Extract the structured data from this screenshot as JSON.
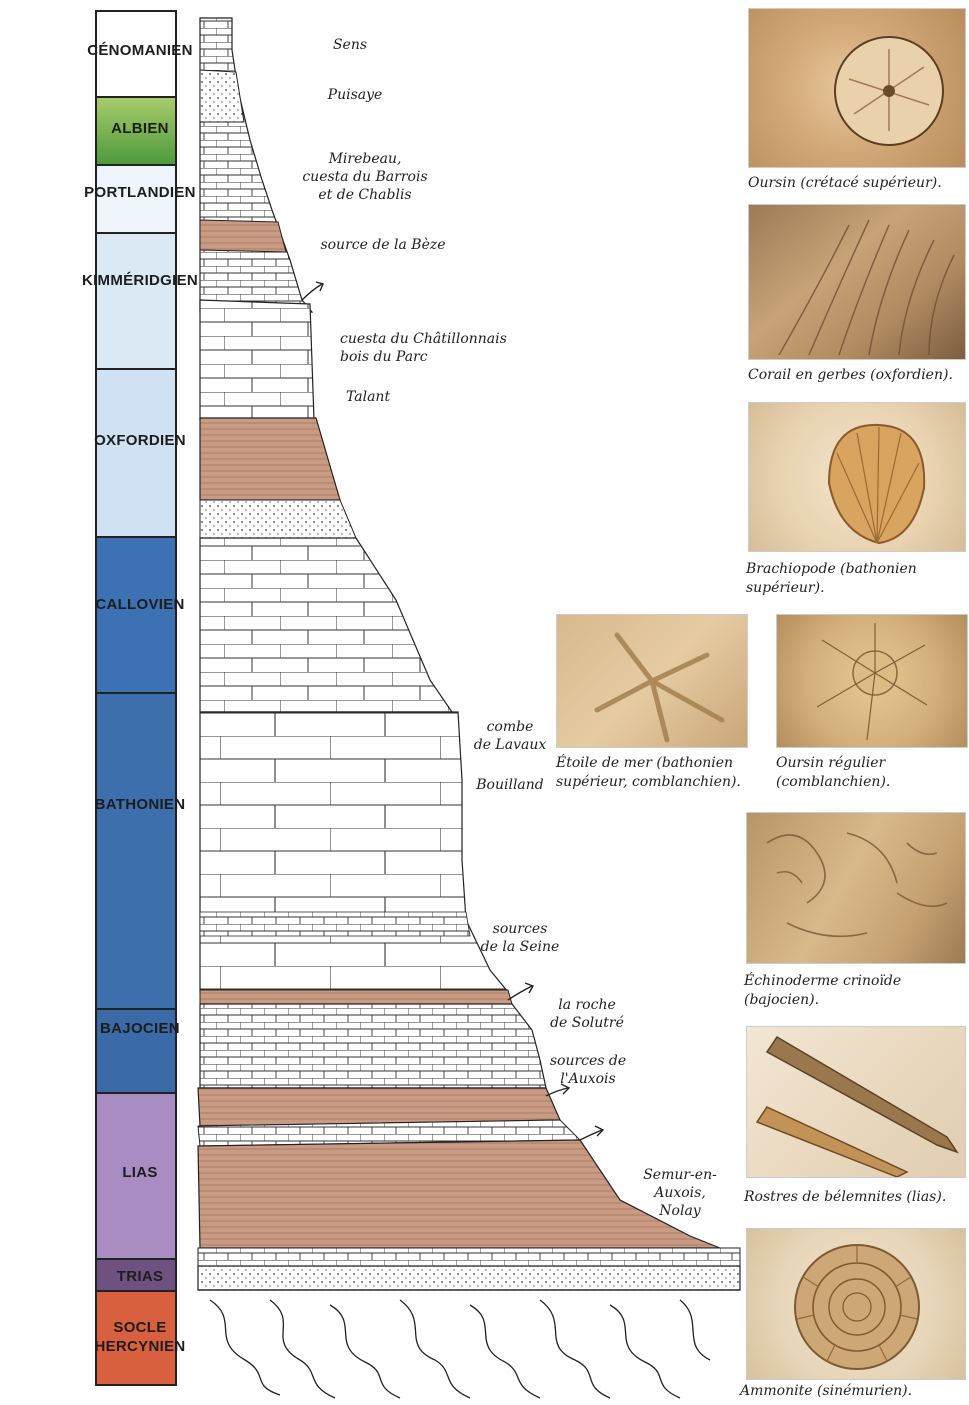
{
  "colors": {
    "cenomanien": "#ffffff",
    "albien": "#3f8f3a",
    "albien_light": "#a6cc6a",
    "jurassic_upper": "#cfe3f3",
    "jurassic_mid": "#3d73b8",
    "lias": "#a487bd",
    "trias": "#6b4d7c",
    "socle": "#d95c3f",
    "marl": "#c9967e"
  },
  "stages": [
    {
      "name": "CÉNOMANIEN"
    },
    {
      "name": "ALBIEN"
    },
    {
      "name": "PORTLANDIEN"
    },
    {
      "name": "KIMMÉRIDGIEN"
    },
    {
      "name": "OXFORDIEN"
    },
    {
      "name": "CALLOVIEN"
    },
    {
      "name": "BATHONIEN"
    },
    {
      "name": "BAJOCIEN"
    },
    {
      "name": "LIAS"
    },
    {
      "name": "TRIAS"
    },
    {
      "name": "SOCLE\nHERCYNIEN"
    }
  ],
  "places": [
    {
      "text": "Sens"
    },
    {
      "text": "Puisaye"
    },
    {
      "text": "Mirebeau,\ncuesta du Barrois\net de Chablis"
    },
    {
      "text": "source de la Bèze"
    },
    {
      "text": "cuesta du Châtillonnais\nbois du Parc"
    },
    {
      "text": "Talant"
    },
    {
      "text": "combe\nde Lavaux"
    },
    {
      "text": "Bouilland"
    },
    {
      "text": "sources\nde la Seine"
    },
    {
      "text": "la roche\nde Solutré"
    },
    {
      "text": "sources de\nl'Auxois"
    },
    {
      "text": "Semur-en-\nAuxois,\nNolay"
    }
  ],
  "fossils": [
    {
      "caption": "Oursin (crétacé supérieur).",
      "icon": "sea-urchin"
    },
    {
      "caption": "Corail en gerbes (oxfordien).",
      "icon": "coral"
    },
    {
      "caption": "Brachiopode (bathonien\nsupérieur).",
      "icon": "brachiopod"
    },
    {
      "caption": "Étoile de mer (bathonien\nsupérieur, comblanchien).",
      "icon": "starfish"
    },
    {
      "caption": "Oursin régulier\n(comblanchien).",
      "icon": "regular-urchin"
    },
    {
      "caption": "Échinoderme crinoïde\n(bajocien).",
      "icon": "crinoid"
    },
    {
      "caption": "Rostres de bélemnites (lias).",
      "icon": "belemnite"
    },
    {
      "caption": "Ammonite (sinémurien).",
      "icon": "ammonite"
    }
  ]
}
